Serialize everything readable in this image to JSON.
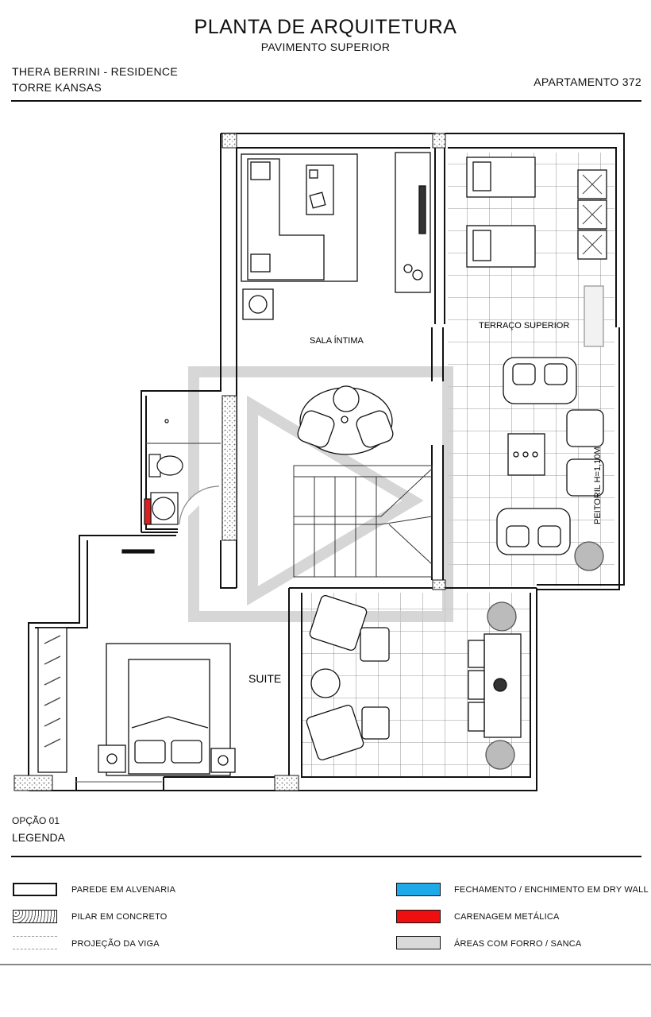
{
  "header": {
    "title": "PLANTA DE ARQUITETURA",
    "subtitle": "PAVIMENTO SUPERIOR",
    "project_line1": "THERA BERRINI - RESIDENCE",
    "project_line2": "TORRE KANSAS",
    "apartment": "APARTAMENTO 372"
  },
  "plan": {
    "rooms": {
      "sala_intima": "SALA ÍNTIMA",
      "terraco": "TERRAÇO SUPERIOR",
      "suite": "SUITE",
      "peitoril": "PEITORIL H=1,10M"
    }
  },
  "footer": {
    "option": "OPÇÃO 01",
    "legend_title": "LEGENDA"
  },
  "legend": {
    "items": [
      {
        "label": "PAREDE EM ALVENARIA",
        "style": "wall"
      },
      {
        "label": "PILAR EM CONCRETO",
        "style": "pillar"
      },
      {
        "label": "PROJEÇÃO DA VIGA",
        "style": "dashed"
      },
      {
        "label": "FECHAMENTO / ENCHIMENTO EM DRY WALL",
        "style": "fill",
        "color": "#1ea9e8"
      },
      {
        "label": "CARENAGEM METÁLICA",
        "style": "fill",
        "color": "#ee1010"
      },
      {
        "label": "ÁREAS COM FORRO / SANCA",
        "style": "fill",
        "color": "#d9d9d9"
      }
    ]
  },
  "colors": {
    "line": "#111111",
    "watermark": "#c9c9c9",
    "metal": "#dd1f1f"
  }
}
